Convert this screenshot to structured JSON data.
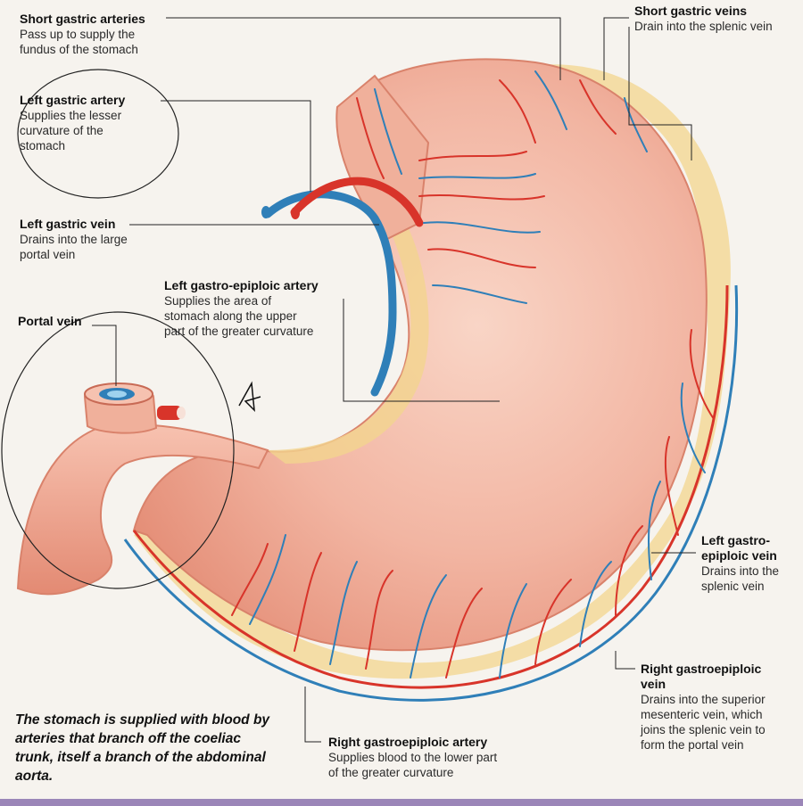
{
  "labels": {
    "short_gastric_arteries": {
      "title": "Short gastric arteries",
      "desc": [
        "Pass up to supply the",
        "fundus of the stomach"
      ]
    },
    "left_gastric_artery": {
      "title": "Left gastric artery",
      "desc": [
        "Supplies the lesser",
        "curvature of the",
        "stomach"
      ]
    },
    "left_gastric_vein": {
      "title": "Left gastric vein",
      "desc": [
        "Drains into the large",
        "portal vein"
      ]
    },
    "left_gastro_epiploic_artery": {
      "title": "Left gastro-epiploic artery",
      "desc": [
        "Supplies the area of",
        "stomach along the upper",
        "part of the greater curvature"
      ]
    },
    "portal_vein": {
      "title": "Portal vein"
    },
    "short_gastric_veins": {
      "title": "Short gastric veins",
      "desc": [
        "Drain into the splenic vein"
      ]
    },
    "left_gastro_epiploic_vein": {
      "title": [
        "Left gastro-",
        "epiploic vein"
      ],
      "desc": [
        "Drains into the",
        "splenic vein"
      ]
    },
    "right_gastroepiploic_vein": {
      "title": [
        "Right gastroepiploic",
        "vein"
      ],
      "desc": [
        "Drains into the superior",
        "mesenteric vein, which",
        "joins the splenic vein to",
        "form the portal vein"
      ]
    },
    "right_gastroepiploic_artery": {
      "title": "Right gastroepiploic artery",
      "desc": [
        "Supplies blood to the lower part",
        "of the greater curvature"
      ]
    }
  },
  "caption": "The stomach is supplied with blood by arteries that branch off the coeliac trunk, itself a branch of the abdominal aorta.",
  "colors": {
    "artery": "#d8342a",
    "vein": "#2f7fb8",
    "stomach": "#efab98",
    "fat": "#f3d58e",
    "bar": "#9b86b8"
  }
}
